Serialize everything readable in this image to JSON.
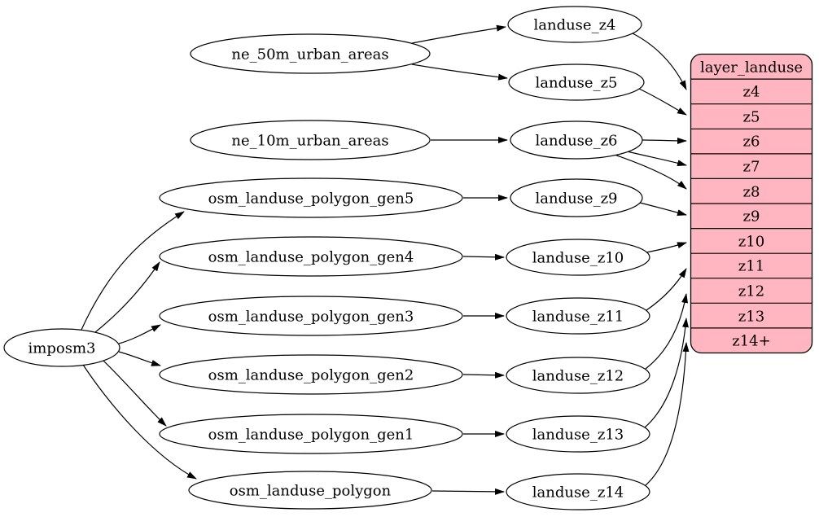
{
  "diagram": {
    "type": "dependency-graph",
    "background": "#ffffff",
    "edge_color": "#000000",
    "node_style": {
      "fill": "#ffffff",
      "stroke": "#000000"
    },
    "nodes": {
      "imposm3": {
        "label": "imposm3"
      },
      "ne_50m_urban_areas": {
        "label": "ne_50m_urban_areas"
      },
      "ne_10m_urban_areas": {
        "label": "ne_10m_urban_areas"
      },
      "osm_landuse_polygon_gen5": {
        "label": "osm_landuse_polygon_gen5"
      },
      "osm_landuse_polygon_gen4": {
        "label": "osm_landuse_polygon_gen4"
      },
      "osm_landuse_polygon_gen3": {
        "label": "osm_landuse_polygon_gen3"
      },
      "osm_landuse_polygon_gen2": {
        "label": "osm_landuse_polygon_gen2"
      },
      "osm_landuse_polygon_gen1": {
        "label": "osm_landuse_polygon_gen1"
      },
      "osm_landuse_polygon": {
        "label": "osm_landuse_polygon"
      },
      "landuse_z4": {
        "label": "landuse_z4"
      },
      "landuse_z5": {
        "label": "landuse_z5"
      },
      "landuse_z6": {
        "label": "landuse_z6"
      },
      "landuse_z9": {
        "label": "landuse_z9"
      },
      "landuse_z10": {
        "label": "landuse_z10"
      },
      "landuse_z11": {
        "label": "landuse_z11"
      },
      "landuse_z12": {
        "label": "landuse_z12"
      },
      "landuse_z13": {
        "label": "landuse_z13"
      },
      "landuse_z14": {
        "label": "landuse_z14"
      }
    },
    "table": {
      "title": "layer_landuse",
      "fill": "#ffb6c1",
      "rows": [
        "z4",
        "z5",
        "z6",
        "z7",
        "z8",
        "z9",
        "z10",
        "z11",
        "z12",
        "z13",
        "z14+"
      ]
    },
    "edges": [
      {
        "from": "imposm3",
        "to": "osm_landuse_polygon_gen5"
      },
      {
        "from": "imposm3",
        "to": "osm_landuse_polygon_gen4"
      },
      {
        "from": "imposm3",
        "to": "osm_landuse_polygon_gen3"
      },
      {
        "from": "imposm3",
        "to": "osm_landuse_polygon_gen2"
      },
      {
        "from": "imposm3",
        "to": "osm_landuse_polygon_gen1"
      },
      {
        "from": "imposm3",
        "to": "osm_landuse_polygon"
      },
      {
        "from": "ne_50m_urban_areas",
        "to": "landuse_z4"
      },
      {
        "from": "ne_50m_urban_areas",
        "to": "landuse_z5"
      },
      {
        "from": "ne_10m_urban_areas",
        "to": "landuse_z6"
      },
      {
        "from": "osm_landuse_polygon_gen5",
        "to": "landuse_z9"
      },
      {
        "from": "osm_landuse_polygon_gen4",
        "to": "landuse_z10"
      },
      {
        "from": "osm_landuse_polygon_gen3",
        "to": "landuse_z11"
      },
      {
        "from": "osm_landuse_polygon_gen2",
        "to": "landuse_z12"
      },
      {
        "from": "osm_landuse_polygon_gen1",
        "to": "landuse_z13"
      },
      {
        "from": "osm_landuse_polygon",
        "to": "landuse_z14"
      },
      {
        "from": "landuse_z4",
        "to": "layer_landuse:z4"
      },
      {
        "from": "landuse_z5",
        "to": "layer_landuse:z5"
      },
      {
        "from": "landuse_z6",
        "to": "layer_landuse:z6"
      },
      {
        "from": "landuse_z6",
        "to": "layer_landuse:z7"
      },
      {
        "from": "landuse_z6",
        "to": "layer_landuse:z8"
      },
      {
        "from": "landuse_z9",
        "to": "layer_landuse:z9"
      },
      {
        "from": "landuse_z10",
        "to": "layer_landuse:z10"
      },
      {
        "from": "landuse_z11",
        "to": "layer_landuse:z11"
      },
      {
        "from": "landuse_z12",
        "to": "layer_landuse:z12"
      },
      {
        "from": "landuse_z13",
        "to": "layer_landuse:z13"
      },
      {
        "from": "landuse_z14",
        "to": "layer_landuse:z14+"
      }
    ]
  }
}
